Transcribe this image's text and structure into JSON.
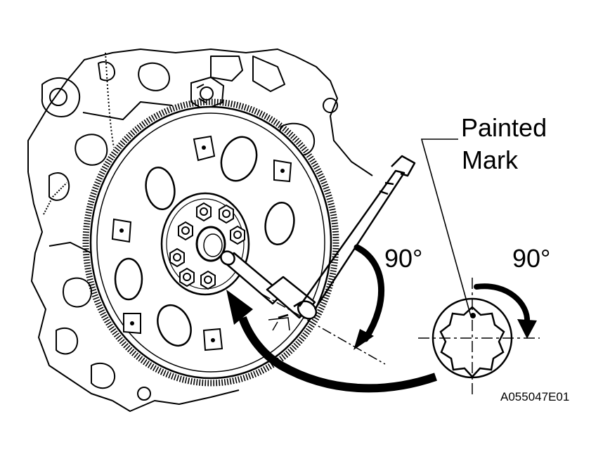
{
  "labels": {
    "painted_mark_line1": "Painted",
    "painted_mark_line2": "Mark",
    "angle_left": "90°",
    "angle_right": "90°",
    "figure_code": "A055047E01"
  },
  "colors": {
    "ink": "#000000",
    "paper": "#ffffff"
  }
}
